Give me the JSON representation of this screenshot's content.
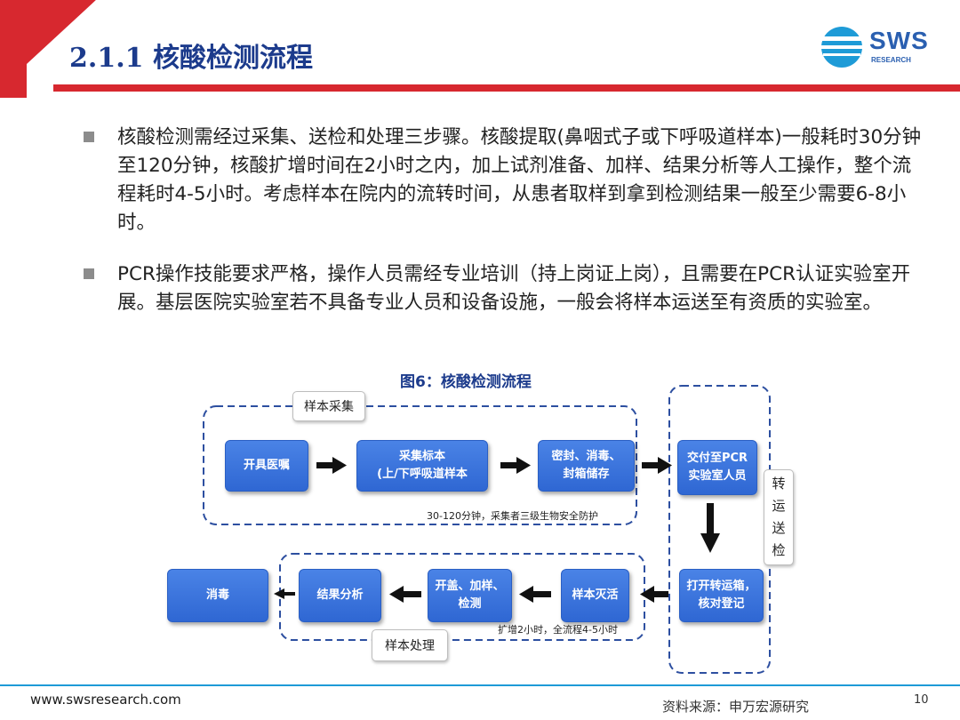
{
  "header": {
    "title": "2.1.1 核酸检测流程",
    "logo_text": "SWS",
    "logo_sub": "RESEARCH",
    "accent_color": "#d7282f",
    "title_color": "#1c3b8c"
  },
  "bullets": [
    "核酸检测需经过采集、送检和处理三步骤。核酸提取(鼻咽式子或下呼吸道样本)一般耗时30分钟至120分钟，核酸扩增时间在2小时之内，加上试剂准备、加样、结果分析等人工操作，整个流程耗时4-5小时。考虑样本在院内的流转时间，从患者取样到拿到检测结果一般至少需要6-8小时。",
    "PCR操作技能要求严格，操作人员需经专业培训（持上岗证上岗），且需要在PCR认证实验室开展。基层医院实验室若不具备专业人员和设备设施，一般会将样本运送至有资质的实验室。"
  ],
  "figure": {
    "title": "图6：核酸检测流程",
    "group_collect": "样本采集",
    "group_process": "样本处理",
    "group_transport": [
      "转",
      "运",
      "送",
      "检"
    ],
    "note_collect": "30-120分钟，采集者三级生物安全防护",
    "note_process": "扩增2小时，全流程4-5小时",
    "steps": {
      "s1": "开具医嘱",
      "s2_line1": "采集标本",
      "s2_line2": "(上/下呼吸道样本",
      "s3_line1": "密封、消毒、",
      "s3_line2": "封箱储存",
      "s4_line1": "交付至PCR",
      "s4_line2": "实验室人员",
      "s5_line1": "打开转运箱，",
      "s5_line2": "核对登记",
      "s6": "样本灭活",
      "s7_line1": "开盖、加样、",
      "s7_line2": "检测",
      "s8": "结果分析",
      "s9": "消毒"
    },
    "box_color": "#3a72dc"
  },
  "footer": {
    "url": "www.swsresearch.com",
    "source": "资料来源：申万宏源研究",
    "page": "10"
  }
}
